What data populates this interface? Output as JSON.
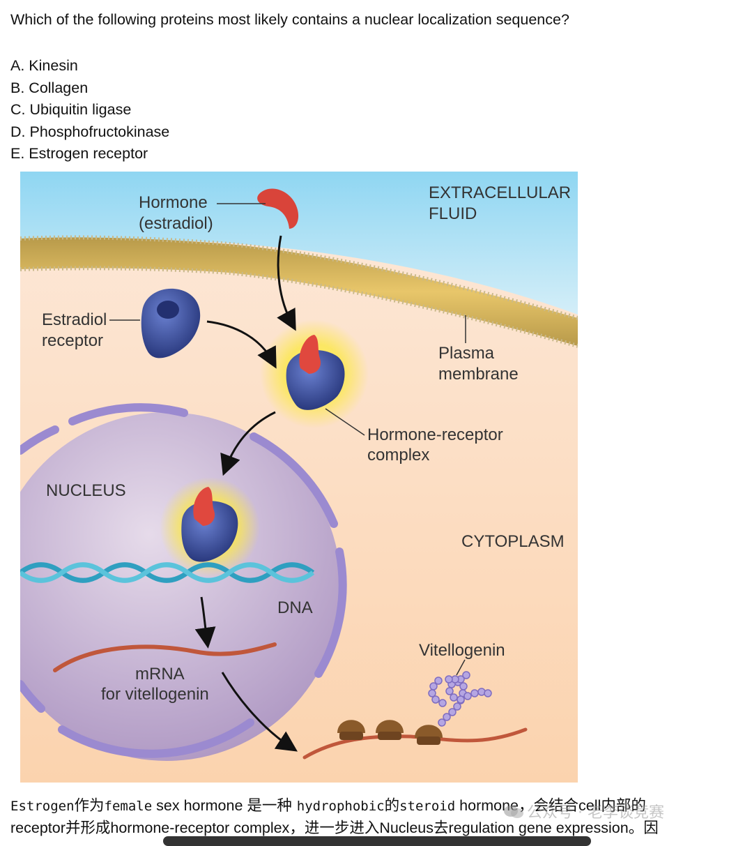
{
  "question": "Which of the following proteins most likely contains a nuclear localization sequence?",
  "options": [
    "A. Kinesin",
    "B. Collagen",
    "C. Ubiquitin ligase",
    "D. Phosphofructokinase",
    "E. Estrogen receptor"
  ],
  "figure": {
    "labels": {
      "hormone_1": "Hormone",
      "hormone_2": "(estradiol)",
      "extracellular_1": "EXTRACELLULAR",
      "extracellular_2": "FLUID",
      "estradiol_receptor_1": "Estradiol",
      "estradiol_receptor_2": "receptor",
      "plasma_membrane_1": "Plasma",
      "plasma_membrane_2": "membrane",
      "hr_complex_1": "Hormone-receptor",
      "hr_complex_2": "complex",
      "nucleus": "NUCLEUS",
      "cytoplasm": "CYTOPLASM",
      "dna": "DNA",
      "vitellogenin": "Vitellogenin",
      "mrna_1": "mRNA",
      "mrna_2": "for vitellogenin"
    },
    "colors": {
      "extracellular": "#8fd6f2",
      "cytoplasm": "#fbd9b8",
      "membrane": "#d9b45a",
      "nucleus": "#b9a3c9",
      "receptor": "#3a4a9a",
      "hormone": "#e0483e",
      "dna": "#3aa9c4",
      "mrna": "#c05a3e",
      "ribosome": "#8a5a2a",
      "vitellogenin": "#9a8ad0"
    }
  },
  "caption": {
    "line1": {
      "p1": "Estrogen",
      "p2": "作为",
      "p3": "female",
      "p4": " sex hormone ",
      "p5": "是一种 ",
      "p6": "hydrophobic",
      "p7": "的",
      "p8": "steroid",
      "p9": " hormone",
      "p10": "，会结合",
      "p11": "cell",
      "p12": "内部的"
    },
    "line2": {
      "p1": "receptor",
      "p2": "并形成",
      "p3": "hormone-receptor complex",
      "p4": "，进一步进入",
      "p5": "Nucleus",
      "p6": "去",
      "p7": "regulation gene expression",
      "p8": "。因"
    }
  },
  "watermark": "公众号 · 老李谈竞赛"
}
